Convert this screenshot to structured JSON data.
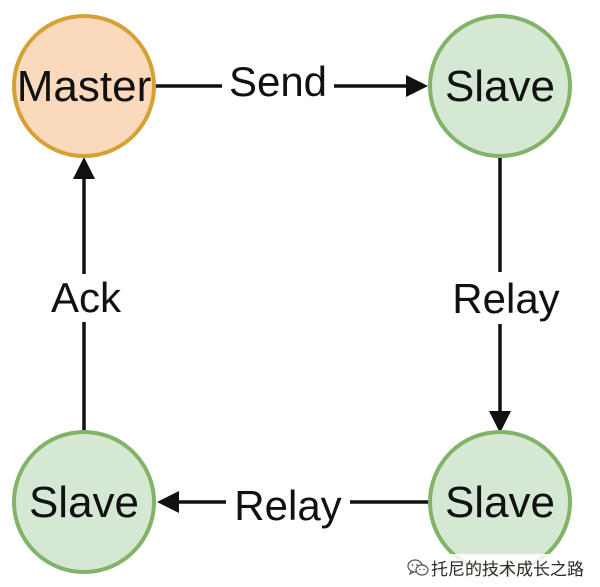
{
  "diagram": {
    "nodes": {
      "master": {
        "label": "Master",
        "fill": "#fbd9bd",
        "stroke": "#d6a134"
      },
      "slave_top_right": {
        "label": "Slave",
        "fill": "#d5e8d4",
        "stroke": "#82b366"
      },
      "slave_bottom_right": {
        "label": "Slave",
        "fill": "#d5e8d4",
        "stroke": "#82b366"
      },
      "slave_bottom_left": {
        "label": "Slave",
        "fill": "#d5e8d4",
        "stroke": "#82b366"
      }
    },
    "edges": {
      "send": {
        "label": "Send"
      },
      "relay_right": {
        "label": "Relay"
      },
      "relay_bottom": {
        "label": "Relay"
      },
      "ack": {
        "label": "Ack"
      }
    }
  },
  "watermark": {
    "text": "托尼的技术成长之路",
    "icon": "wechat-icon"
  }
}
